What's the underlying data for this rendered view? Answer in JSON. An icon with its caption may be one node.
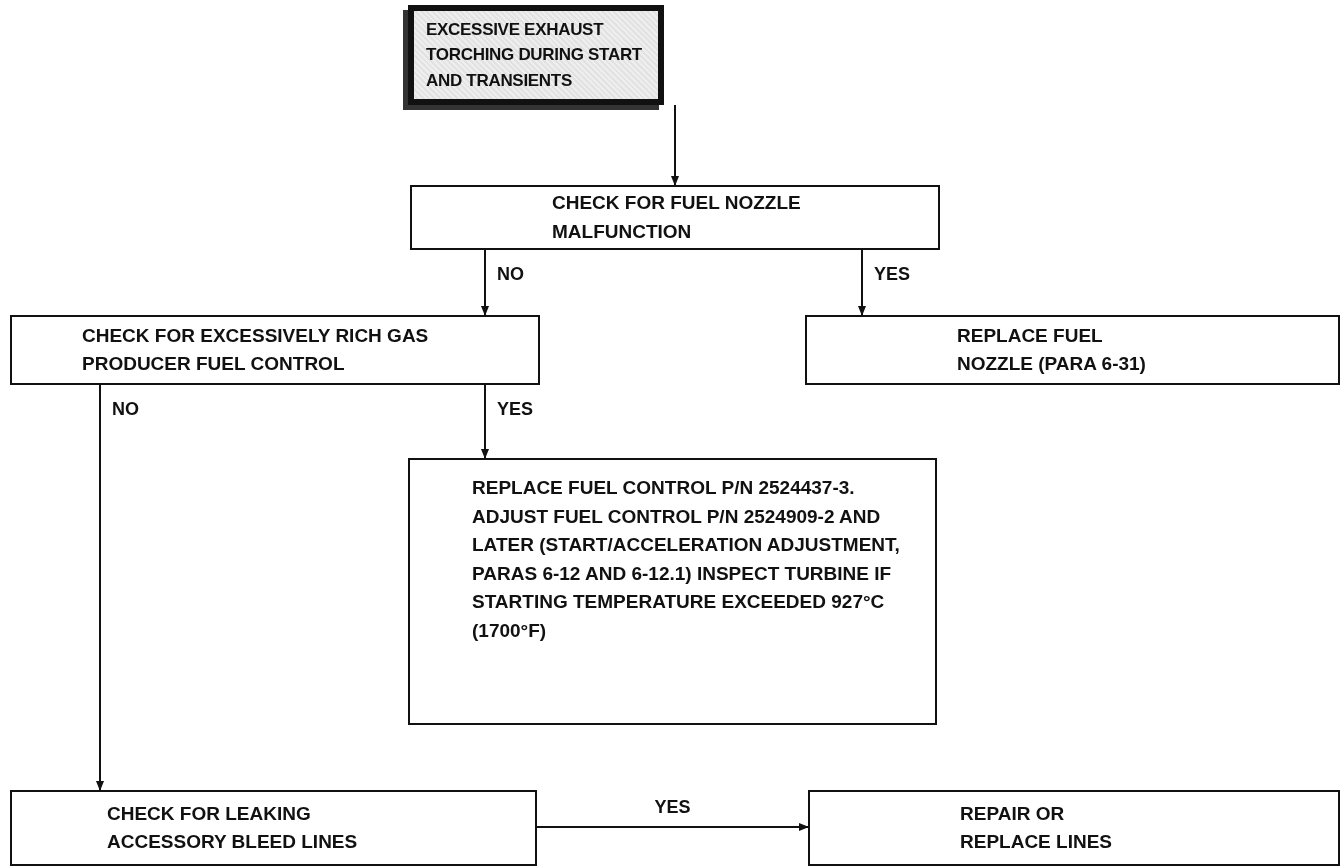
{
  "diagram": {
    "nodes": [
      {
        "text": [
          "EXCESSIVE EXHAUST TORCHING DURING START AND TRANSIENTS"
        ]
      },
      {
        "text": [
          "CHECK FOR FUEL NOZZLE MALFUNCTION"
        ]
      },
      {
        "text": [
          "CHECK FOR EXCESSIVELY RICH GAS PRODUCER FUEL CONTROL"
        ]
      },
      {
        "text": [
          "REPLACE FUEL NOZZLE (PARA 6-31)"
        ]
      },
      {
        "text": [
          "REPLACE FUEL CONTROL P/N 2524437-3. ADJUST FUEL CONTROL P/N 2524909-2 AND LATER (START/ACCELERATION ADJUSTMENT, PARAS 6-12 AND 6-12.1) INSPECT TURBINE IF STARTING TEMPERATURE EXCEEDED 927°C (1700°F)"
        ]
      },
      {
        "text": [
          "CHECK FOR LEAKING ACCESSORY BLEED LINES"
        ]
      },
      {
        "text": [
          "REPAIR OR REPLACE LINES"
        ]
      }
    ],
    "edges": [
      {
        "from": 0,
        "to": 1,
        "arrow": "to"
      },
      {
        "from": 1,
        "to": 2,
        "arrow": "to",
        "label": "NO"
      },
      {
        "from": 1,
        "to": 3,
        "arrow": "to",
        "label": "YES"
      },
      {
        "from": 2,
        "to": 4,
        "arrow": "to",
        "label": "YES"
      },
      {
        "from": 2,
        "to": 5,
        "arrow": "to",
        "label": "NO"
      },
      {
        "from": 5,
        "to": 6,
        "arrow": "to",
        "label": "YES"
      }
    ]
  }
}
